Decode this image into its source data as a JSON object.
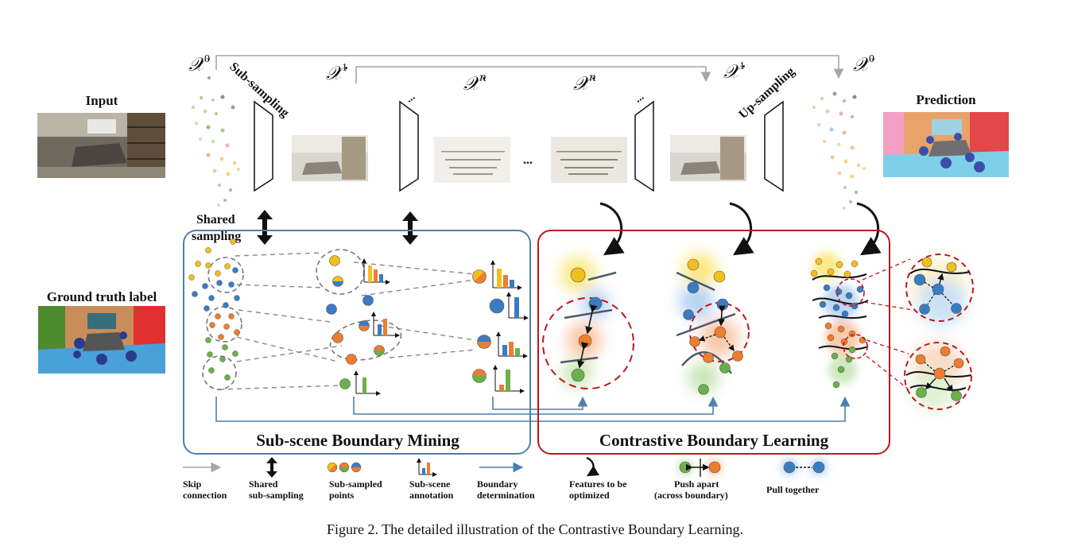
{
  "labels": {
    "input": "Input",
    "prediction": "Prediction",
    "ground_truth": "Ground truth label",
    "shared": "Shared",
    "sampling": "sampling",
    "sub_sampling": "Sub-sampling",
    "up_sampling": "Up-sampling",
    "ellipsis": "...",
    "x": "𝒳",
    "sup0": "0",
    "sup1": "1",
    "supn": "n"
  },
  "boxes": {
    "mining_title": "Sub-scene Boundary Mining",
    "learning_title": "Contrastive Boundary Learning"
  },
  "legend": [
    {
      "line1": "Skip",
      "line2": "connection"
    },
    {
      "line1": "Shared",
      "line2": "sub-sampling"
    },
    {
      "line1": "Sub-sampled",
      "line2": "points"
    },
    {
      "line1": "Sub-scene",
      "line2": "annotation"
    },
    {
      "line1": "Boundary",
      "line2": "determination"
    },
    {
      "line1": "Features to be",
      "line2": "optimized"
    },
    {
      "line1": "Push apart",
      "line2": "(across boundary)"
    },
    {
      "line1": "Pull together",
      "line2": ""
    }
  ],
  "caption": "Figure 2. The detailed illustration of the Contrastive Boundary Learning.",
  "colors": {
    "yellow": "#f2c01e",
    "blue": "#3a7cc2",
    "orange": "#ee7d2f",
    "green": "#6ab04c",
    "mining_box": "#4f7fa8",
    "learning_box": "#c0161c",
    "dashed_red": "#c0161c",
    "skip_gray": "#a6a6a6"
  }
}
